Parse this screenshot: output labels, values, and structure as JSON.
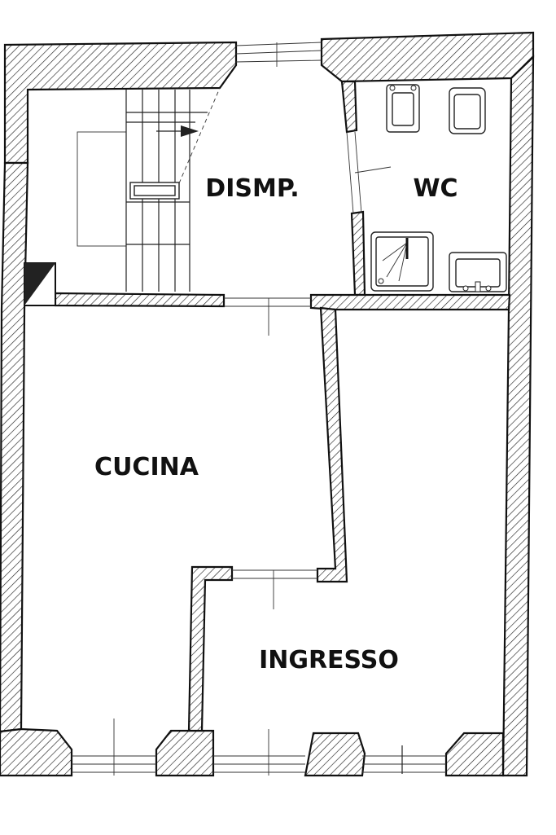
{
  "rooms": {
    "dismp": "DISMP.",
    "wc": "WC",
    "cucina": "CUCINA",
    "ingresso": "INGRESSO"
  },
  "colors": {
    "wall_stroke": "#111111",
    "background": "#ffffff",
    "label": "#111111"
  },
  "icons": [
    "stair-arrow-icon",
    "toilet-icon",
    "bidet-icon",
    "shower-icon",
    "sink-icon"
  ]
}
